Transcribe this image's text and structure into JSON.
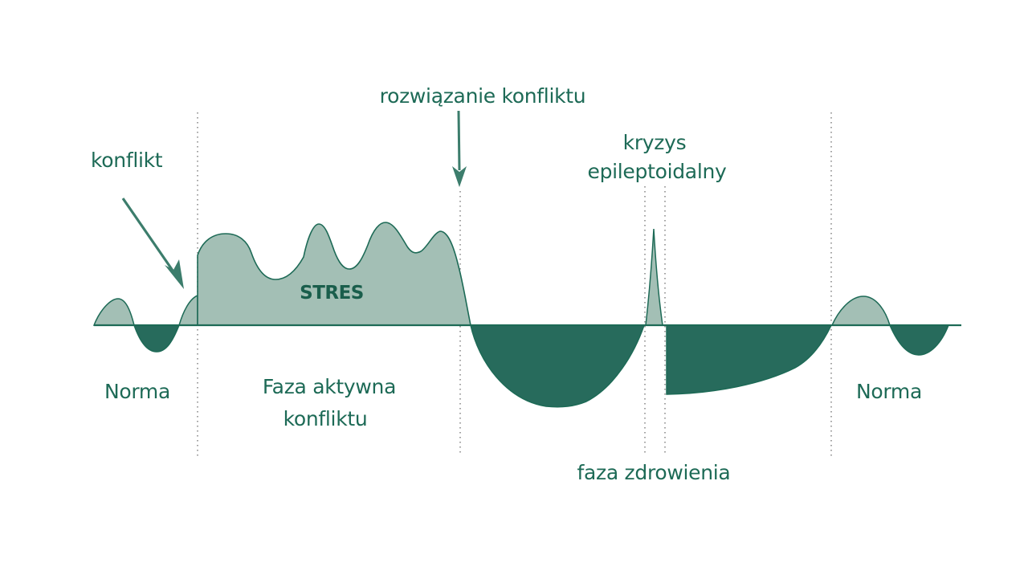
{
  "diagram": {
    "colors": {
      "light_fill": "#a3bfb5",
      "dark_fill": "#276b5c",
      "stroke": "#1d6a56",
      "text": "#1d6a56",
      "divider": "#8a8a8a",
      "background": "#ffffff"
    },
    "annotations": {
      "conflict": "konflikt",
      "resolution": "rozwiązanie konfliktu",
      "crisis_line1": "kryzys",
      "crisis_line2": "epileptoidalny",
      "stress": "STRES"
    },
    "phases": {
      "norm_left": "Norma",
      "active_line1": "Faza aktywna",
      "active_line2": "konfliktu",
      "healing": "faza zdrowienia",
      "norm_right": "Norma"
    }
  }
}
